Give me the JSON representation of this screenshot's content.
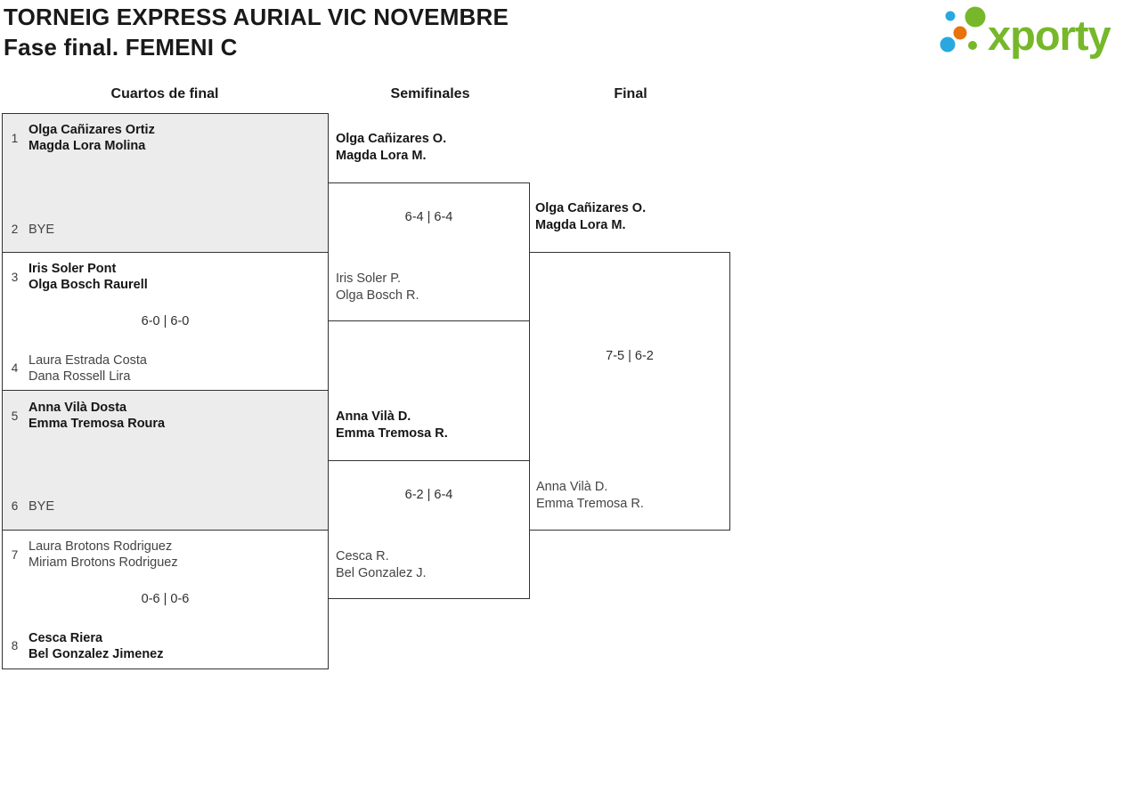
{
  "title": {
    "line1": "TORNEIG EXPRESS AURIAL VIC NOVEMBRE",
    "line2": "Fase final. FEMENI C"
  },
  "logo": {
    "text": "xporty"
  },
  "colors": {
    "logo_green": "#76b82a",
    "logo_blue": "#29a8e0",
    "logo_orange": "#e8730a",
    "box_fill_gray": "#ececec",
    "box_border": "#333333"
  },
  "round_headers": {
    "quarterfinals": "Cuartos de final",
    "semifinals": "Semifinales",
    "final": "Final"
  },
  "qf": {
    "m1": {
      "seed_a": "1",
      "a1": "Olga Cañizares Ortiz",
      "a2": "Magda Lora Molina",
      "seed_b": "2",
      "b1": "BYE"
    },
    "m2": {
      "seed_a": "3",
      "a1": "Iris Soler Pont",
      "a2": "Olga Bosch Raurell",
      "score": "6-0 | 6-0",
      "seed_b": "4",
      "b1": "Laura Estrada Costa",
      "b2": "Dana Rossell Lira"
    },
    "m3": {
      "seed_a": "5",
      "a1": "Anna Vilà Dosta",
      "a2": "Emma Tremosa Roura",
      "seed_b": "6",
      "b1": "BYE"
    },
    "m4": {
      "seed_a": "7",
      "a1": "Laura Brotons Rodriguez",
      "a2": "Miriam Brotons Rodriguez",
      "score": "0-6 | 0-6",
      "seed_b": "8",
      "b1": "Cesca Riera",
      "b2": "Bel Gonzalez Jimenez"
    }
  },
  "sf": {
    "m1": {
      "a1": "Olga Cañizares O.",
      "a2": "Magda Lora M.",
      "score": "6-4 | 6-4",
      "b1": "Iris Soler P.",
      "b2": "Olga Bosch R."
    },
    "m2": {
      "a1": "Anna Vilà D.",
      "a2": "Emma Tremosa R.",
      "score": "6-2 | 6-4",
      "b1": "Cesca R.",
      "b2": "Bel Gonzalez J."
    }
  },
  "final": {
    "a1": "Olga Cañizares O.",
    "a2": "Magda Lora M.",
    "score": "7-5 | 6-2",
    "b1": "Anna Vilà D.",
    "b2": "Emma Tremosa R."
  }
}
